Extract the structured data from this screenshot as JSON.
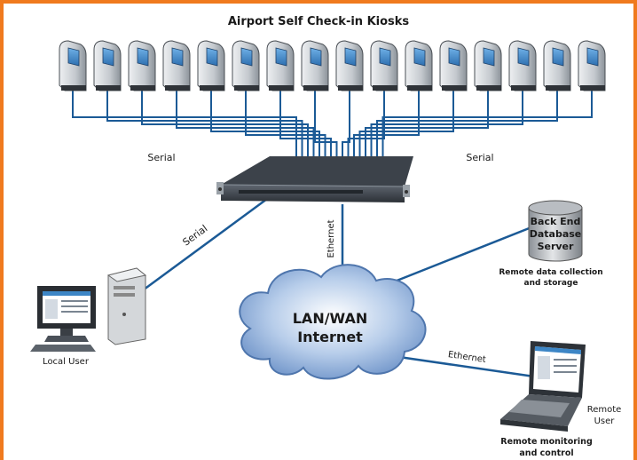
{
  "title": "Airport Self Check-in Kiosks",
  "kiosk_count": 16,
  "labels": {
    "serial_left": "Serial",
    "serial_right": "Serial",
    "serial_local": "Serial",
    "ethernet_vertical": "Ethernet",
    "ethernet_remote": "Ethernet",
    "cloud_line1": "LAN/WAN",
    "cloud_line2": "Internet",
    "db_line1": "Back End",
    "db_line2": "Database",
    "db_line3": "Server",
    "remote_data_line1": "Remote data collection",
    "remote_data_line2": "and storage",
    "local_user": "Local User",
    "remote_user_line1": "Remote",
    "remote_user_line2": "User",
    "remote_monitor_line1": "Remote monitoring",
    "remote_monitor_line2": "and control"
  },
  "colors": {
    "frame": "#f07a1e",
    "line": "#1b5a96",
    "kiosk_body": "#c9ced3",
    "kiosk_screen": "#3d86c6",
    "cloud": "#8fb1dd",
    "text": "#1a1a1a"
  },
  "icons": {
    "kiosk": "kiosk-icon",
    "switch": "device-server-icon",
    "database": "database-cylinder-icon",
    "desktop": "desktop-computer-icon",
    "laptop": "laptop-icon",
    "cloud": "network-cloud-icon"
  }
}
